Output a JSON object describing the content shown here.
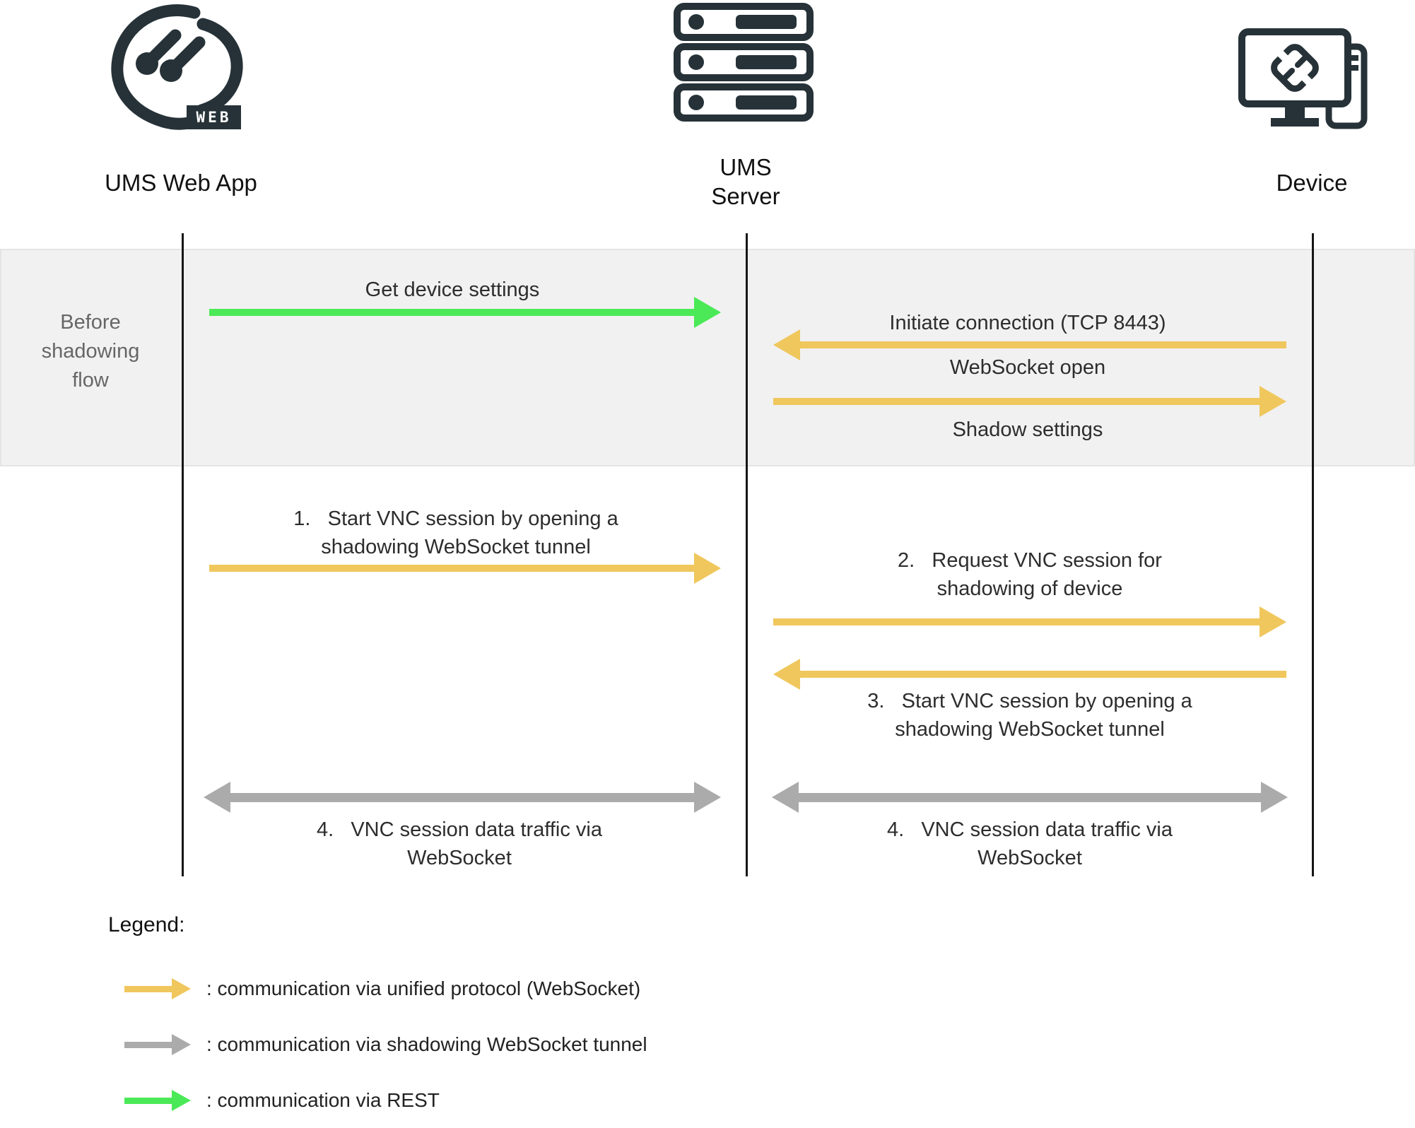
{
  "actors": {
    "web_app": {
      "label": "UMS Web App",
      "badge": "WEB",
      "icon": "igel-ums-web-logo"
    },
    "server": {
      "label": "UMS Server",
      "icon": "server-stack-icon"
    },
    "device": {
      "label": "Device",
      "icon": "desktop-computer-icon"
    }
  },
  "before_flow": {
    "band_label": "Before shadowing flow",
    "web_to_server": {
      "label": "Get device settings",
      "style": "rest",
      "from": "web_app",
      "to": "server"
    },
    "device_to_server": {
      "label": "Initiate connection (TCP 8443)",
      "style": "unified_protocol",
      "from": "device",
      "to": "server"
    },
    "server_to_device": {
      "label_above": "WebSocket open",
      "label_below": "Shadow settings",
      "style": "unified_protocol",
      "from": "server",
      "to": "device"
    }
  },
  "main_flow": {
    "step1": "1.   Start VNC session by opening a shadowing WebSocket tunnel",
    "step2": "2.   Request VNC session for shadowing of device",
    "step3": "3.   Start VNC session by opening a shadowing WebSocket tunnel",
    "step4_left": "4.   VNC session data traffic via WebSocket",
    "step4_right": "4.   VNC session data traffic via WebSocket"
  },
  "legend": {
    "title": "Legend:",
    "items": [
      {
        "icon": "yellow-arrow-icon",
        "label": ": communication via unified protocol (WebSocket)"
      },
      {
        "icon": "gray-arrow-icon",
        "label": ": communication via shadowing WebSocket tunnel"
      },
      {
        "icon": "green-arrow-icon",
        "label": ": communication via REST"
      }
    ]
  },
  "style_colors": {
    "unified_protocol_yellow": "#F0C75D",
    "shadowing_tunnel_gray": "#ABABAB",
    "rest_green": "#4BE957",
    "icon_dark": "#263238",
    "band_background": "#F1F1F1",
    "band_text": "#666666"
  }
}
